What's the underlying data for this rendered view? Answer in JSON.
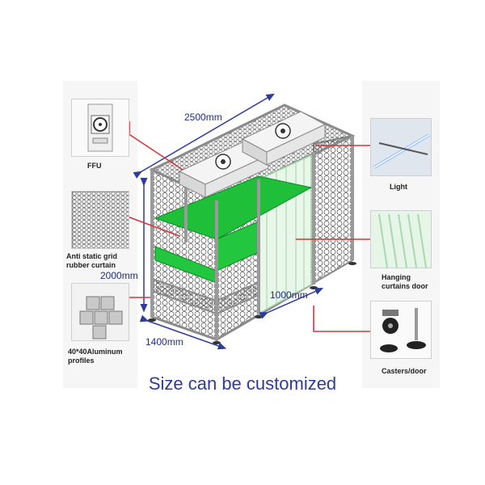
{
  "labels": {
    "ffu": "FFU",
    "anti_static": [
      "Anti static grid",
      "rubber curtain"
    ],
    "aluminum": [
      "40*40Aluminum",
      "profiles"
    ],
    "light": "Light",
    "hanging": [
      "Hanging",
      "curtains door"
    ],
    "casters": "Casters/door"
  },
  "dimensions": {
    "width": "2500mm",
    "height": "2000mm",
    "depth": "1400mm",
    "door": "1000mm"
  },
  "caption": "Size can be customized",
  "colors": {
    "dimension_text": "#1f2c8a",
    "dimension_line": "#2d3b9b",
    "callout": "#d9343a",
    "shelf": "#1fbf3a",
    "frame": "#9a9a9a"
  },
  "icons": [
    "ffu-unit-icon",
    "mesh-curtain-icon",
    "aluminum-profile-icon",
    "led-light-icon",
    "curtain-door-icon",
    "caster-icon"
  ]
}
